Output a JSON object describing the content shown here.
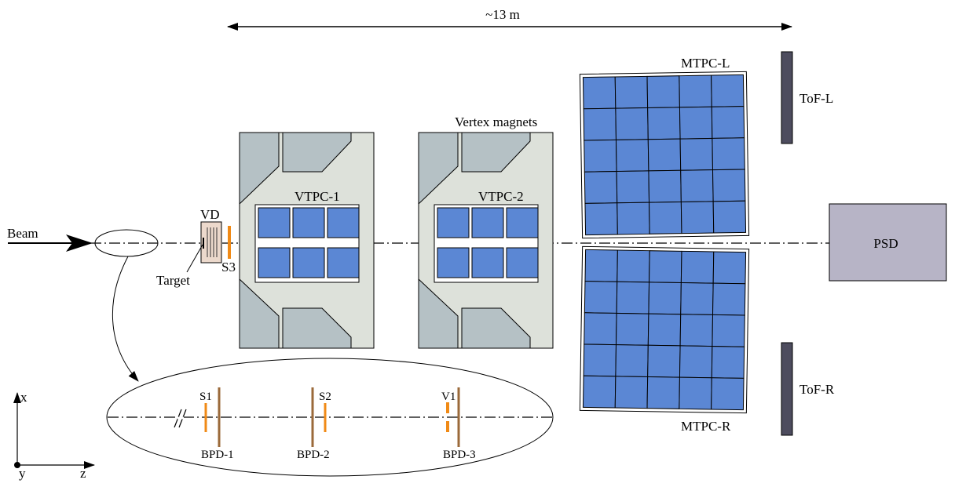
{
  "dimension": {
    "label": "~13 m"
  },
  "beam": {
    "label": "Beam"
  },
  "target": {
    "label": "Target"
  },
  "vd": {
    "label": "VD"
  },
  "s3": {
    "label": "S3"
  },
  "vertex_magnets": {
    "label": "Vertex magnets"
  },
  "vtpc1": {
    "label": "VTPC-1"
  },
  "vtpc2": {
    "label": "VTPC-2"
  },
  "mtpc_l": {
    "label": "MTPC-L"
  },
  "mtpc_r": {
    "label": "MTPC-R"
  },
  "tof_l": {
    "label": "ToF-L"
  },
  "tof_r": {
    "label": "ToF-R"
  },
  "psd": {
    "label": "PSD"
  },
  "inset": {
    "s1": "S1",
    "s2": "S2",
    "v1": "V1",
    "bpd1": "BPD-1",
    "bpd2": "BPD-2",
    "bpd3": "BPD-3"
  },
  "axes": {
    "x": "x",
    "y": "y",
    "z": "z"
  },
  "colors": {
    "tpc_cell": "#5b87d4",
    "magnet_fill": "#dde1da",
    "magnet_pole": "#b5c1c5",
    "tof": "#4d4c5e",
    "psd": "#b7b4c6",
    "scintillator": "#f08a16",
    "bpd": "#9b6a3a",
    "vd_box": "#ecd9cc"
  }
}
